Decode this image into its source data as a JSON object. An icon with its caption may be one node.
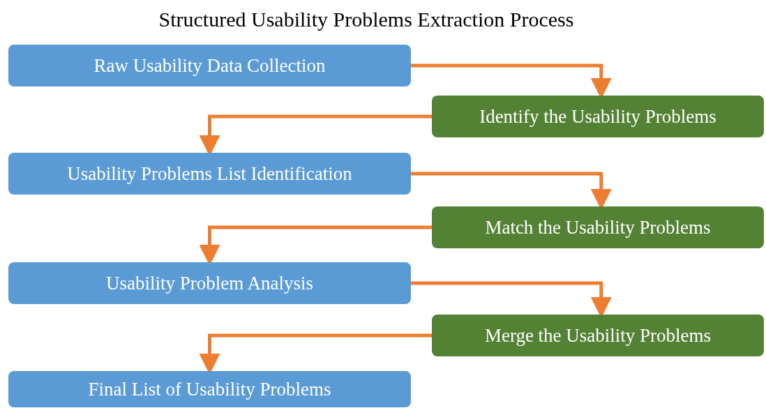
{
  "diagram": {
    "title": "Structured Usability Problems Extraction Process",
    "nodes": [
      {
        "text": [
          "Raw Usability Data Collection"
        ]
      },
      {
        "text": [
          "Identify the Usability Problems"
        ]
      },
      {
        "text": [
          "Usability Problems List Identification"
        ]
      },
      {
        "text": [
          "Match the Usability Problems"
        ]
      },
      {
        "text": [
          "Usability Problem Analysis"
        ]
      },
      {
        "text": [
          "Merge the Usability Problems"
        ]
      },
      {
        "text": [
          "Final List of Usability Problems"
        ]
      }
    ],
    "edges": [
      {
        "from": 0,
        "to": 1,
        "arrow": "to"
      },
      {
        "from": 1,
        "to": 2,
        "arrow": "to"
      },
      {
        "from": 2,
        "to": 3,
        "arrow": "to"
      },
      {
        "from": 3,
        "to": 4,
        "arrow": "to"
      },
      {
        "from": 4,
        "to": 5,
        "arrow": "to"
      },
      {
        "from": 5,
        "to": 6,
        "arrow": "to"
      }
    ]
  }
}
